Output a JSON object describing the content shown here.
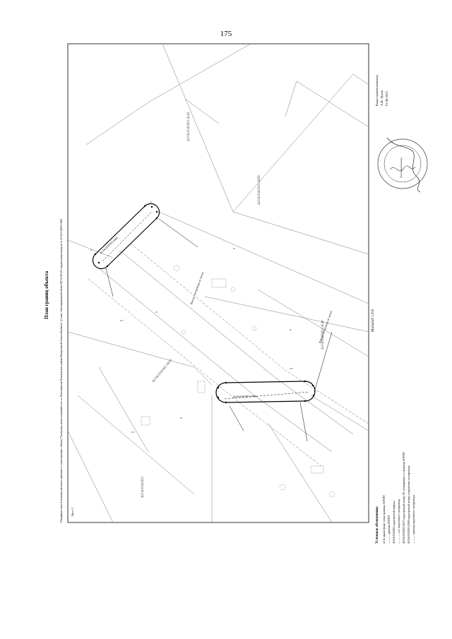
{
  "page_number": "175",
  "title": "План границ объекта",
  "subtitle": "Отправная точка «Газопровод высокого давления от существующего объекта \"Газопровод межпоселковый к пос. п. Новосафоново Кемеровского района Кемеровской области-Кузбасса\" (2 этап). Автозаправочный объект ОИ 42:0Б-40-л кадастровым номером № 42:04:0341001:4569",
  "sheet_label": "Лист 2",
  "scale_label": "Масштаб 1:250",
  "legend": {
    "heading": "Условные обозначения:",
    "items": [
      "н1 ●   характерная точка границы ЗОУИТ",
      "———   граница ЗОУИТ",
      "42:04:0341001   кадастровый квартал",
      "— — —   ось подземного газопровода",
      "42:04:0341001:4037   кадастровый номер ЗУ, попадающего в границы ЗОУИТ",
      "42:04:0341001:4569   кадастровый номер сооружения газопровода",
      "———   граница надземного газопровода"
    ]
  },
  "signer": {
    "role": "Кадастровый инженер",
    "name": "А.В. Лунев",
    "date": "01.08.2023"
  },
  "seal_text": "Кадастровый инженер",
  "map_labels": {
    "parcel_1": "42:04:0341001:4141",
    "parcel_2": "42:04:0341001:4209",
    "parcel_3": "42:04:0341001:4140",
    "parcel_4": "42:04:0341001:4037",
    "quarter": "42:04:0341001",
    "gas_1": "42:04:0341001:4569",
    "gas_2": "42:04:0341001:4569",
    "exit_1": "Выход газопровода из земли",
    "exit_2": "Выход газопровода из земли",
    "n1": "н1",
    "n2": "н2",
    "zh1": "Ж",
    "zh2": "Ж",
    "zh3": "Ж",
    "zh4": "Ж",
    "kn1": "КН",
    "kn2": "КН",
    "ssh": "СШ"
  }
}
